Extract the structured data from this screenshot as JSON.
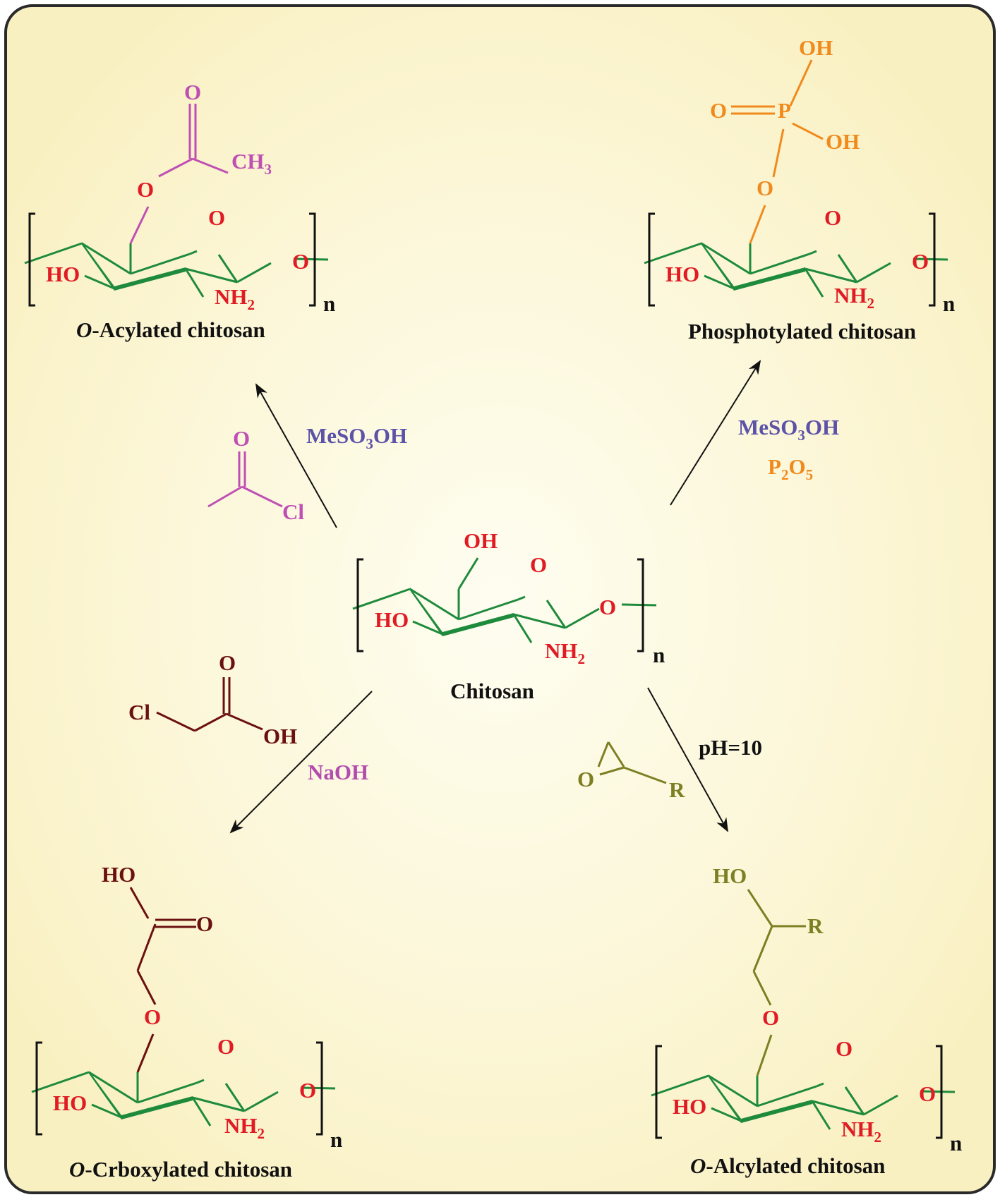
{
  "colors": {
    "ring": "#1e8a3c",
    "hetero": "#e01b24",
    "acyl": "#c04fb4",
    "phosphate": "#f08a1c",
    "carboxy": "#6b1010",
    "alkyl": "#7c7f22",
    "reagent_acid": "#5c52a8",
    "naoh": "#b24cae",
    "text": "#111111",
    "panel_bg": "#fbf4cd",
    "panel_center": "#fdfbe9"
  },
  "center": {
    "name": "Chitosan",
    "oh": "OH",
    "ring_o": "O",
    "link_o": "O",
    "ho": "HO",
    "nh": "NH",
    "nh_sub": "2",
    "n": "n"
  },
  "top_left": {
    "name_italic": "O",
    "name_rest": "-Acylated chitosan",
    "side": {
      "o_carbonyl": "O",
      "o_ester": "O",
      "ch": "CH",
      "ch_sub": "3"
    },
    "ring_o": "O",
    "link_o": "O",
    "ho": "HO",
    "nh": "NH",
    "nh_sub": "2",
    "n": "n"
  },
  "top_right": {
    "name": "Phosphotylated chitosan",
    "side": {
      "oh1": "OH",
      "p": "P",
      "o_double": "O",
      "oh2": "OH",
      "o_link": "O"
    },
    "ring_o": "O",
    "link_o": "O",
    "ho": "HO",
    "nh": "NH",
    "nh_sub": "2",
    "n": "n"
  },
  "bottom_left": {
    "name_italic": "O",
    "name_rest": "-Crboxylated chitosan",
    "side": {
      "ho": "HO",
      "o_double": "O",
      "o_link": "O"
    },
    "ring_o": "O",
    "link_o": "O",
    "ho": "HO",
    "nh": "NH",
    "nh_sub": "2",
    "n": "n"
  },
  "bottom_right": {
    "name_italic": "O",
    "name_rest": "-Alcylated chitosan",
    "side": {
      "ho": "HO",
      "r": "R",
      "o_link": "O"
    },
    "ring_o": "O",
    "link_o": "O",
    "ho": "HO",
    "nh": "NH",
    "nh_sub": "2",
    "n": "n"
  },
  "reagents": {
    "acetyl_chloride": {
      "o": "O",
      "cl": "Cl"
    },
    "acyl_acid": {
      "pre": "MeSO",
      "sub": "3",
      "post": "OH"
    },
    "phos_acid": {
      "pre": "MeSO",
      "sub": "3",
      "post": "OH"
    },
    "p2o5": {
      "p": "P",
      "sub1": "2",
      "o": "O",
      "sub2": "5"
    },
    "chloroacetic_acid": {
      "cl": "Cl",
      "o": "O",
      "oh": "OH"
    },
    "naoh": "NaOH",
    "epoxide": {
      "o": "O",
      "r": "R"
    },
    "ph": "pH=10"
  }
}
